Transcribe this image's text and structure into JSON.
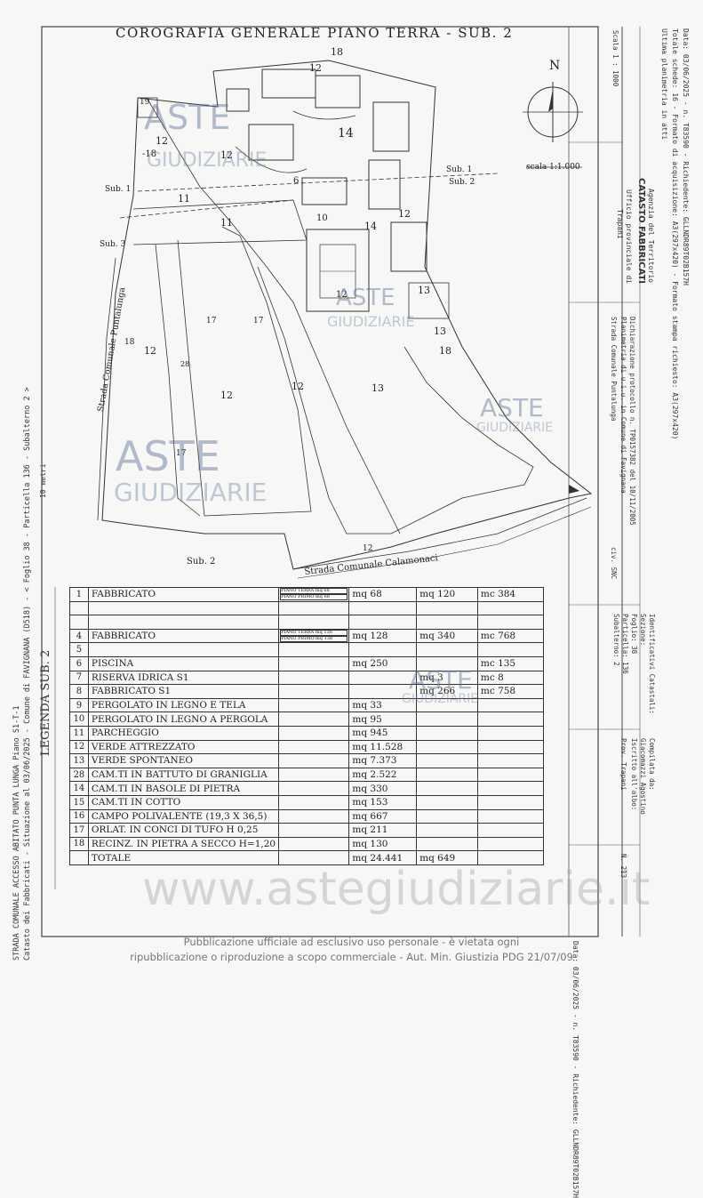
{
  "document": {
    "title": "COROGRAFIA GENERALE PIANO TERRA - SUB. 2",
    "north_label": "N",
    "scale_label": "scala 1:1.000",
    "scala_header": "Scala 1 : 1000",
    "legend_side_label": "LEGENDA SUB. 2"
  },
  "side_left": {
    "line1": "Catasto dei Fabbricati - Situazione al 03/06/2025 - Comune di FAVIGNANA (D518) - < Foglio 38 - Particella 136 - Subalterno 2 >",
    "line2": "STRADA COMUNALE ACCESSO ABITATO PUNTA LUNGA Piano S1-T-1",
    "line3": "10 metri"
  },
  "side_right": {
    "top1": "Data: 03/06/2025 - n. T83590 - Richiedente: GLLNDR89T02B157H",
    "top2": "Totale schede: 16 - Formato di acquisizione: A3(297x420) - Formato stampa richiesto: A3(297x420)",
    "top3": "Ultima planimetria in atti",
    "bottom": "Data: 03/06/2025 - n. T83590 - Richiedente: GLLNDR89T02B157H"
  },
  "info_box": {
    "agenzia": "Agenzia del Territorio",
    "catasto": "CATASTO FABBRICATI",
    "ufficio": "Ufficio provinciale di",
    "provincia": "Trapani",
    "dichiarazione": "Dichiarazione protocollo n. TP0157382 del 10/11/2005",
    "planimetria": "Planimetria di u.i.u. in Comune di Favignana",
    "strada": "Strada Comunale Puntalunga",
    "civ": "civ. SNC",
    "identificativi": "Identificativi Catastali:",
    "sezione": "Sezione:",
    "foglio": "Foglio: 38",
    "particella": "Particella: 136",
    "subalterno": "Subalterno: 2",
    "compilata": "Compilata da:",
    "compilatore": "Giacomazzi Agostino",
    "iscritto": "Iscritto all'albo:",
    "albo": "Prov. Trapani",
    "numero": "N. 213"
  },
  "map_labels": {
    "sub1": "Sub. 1",
    "sub1b": "Sub. 1",
    "sub2": "Sub. 2",
    "sub2b": "Sub. 2",
    "sub3": "Sub. 3",
    "strada_puntalunga": "Strada Comunale Puntalunga",
    "strada_calamonaci": "Strada Comunale Calamonaci"
  },
  "legend_rows": [
    {
      "num": "1",
      "desc": "FABBRICATO",
      "mini1": "PIANO TERRA  mq 68",
      "mini2": "PIANO PRIMO  mq 68",
      "a": "mq  68",
      "b": "mq  120",
      "c": "mc  384"
    },
    {
      "num": "",
      "desc": "",
      "mini1": "",
      "mini2": "",
      "a": "",
      "b": "",
      "c": ""
    },
    {
      "num": "",
      "desc": "",
      "mini1": "",
      "mini2": "",
      "a": "",
      "b": "",
      "c": ""
    },
    {
      "num": "4",
      "desc": "FABBRICATO",
      "mini1": "PIANO TERRA  mq 138",
      "mini2": "PIANO PRIMO  mq 138",
      "a": "mq 128",
      "b": "mq  340",
      "c": "mc  768"
    },
    {
      "num": "5",
      "desc": "",
      "mini1": "",
      "mini2": "",
      "a": "",
      "b": "",
      "c": ""
    },
    {
      "num": "6",
      "desc": "PISCINA",
      "mini1": "",
      "mini2": "",
      "a": "mq  250",
      "b": "",
      "c": "mc  135"
    },
    {
      "num": "7",
      "desc": "RISERVA IDRICA S1",
      "mini1": "",
      "mini2": "",
      "a": "",
      "b": "mq  3",
      "c": "mc  8"
    },
    {
      "num": "8",
      "desc": "FABBRICATO S1",
      "mini1": "",
      "mini2": "",
      "a": "",
      "b": "mq  266",
      "c": "mc  758"
    },
    {
      "num": "9",
      "desc": "PERGOLATO IN LEGNO E TELA",
      "mini1": "",
      "mini2": "",
      "a": "mq  33",
      "b": "",
      "c": ""
    },
    {
      "num": "10",
      "desc": "PERGOLATO IN LEGNO A PERGOLA",
      "mini1": "",
      "mini2": "",
      "a": "mq  95",
      "b": "",
      "c": ""
    },
    {
      "num": "11",
      "desc": "PARCHEGGIO",
      "mini1": "",
      "mini2": "",
      "a": "mq  945",
      "b": "",
      "c": ""
    },
    {
      "num": "12",
      "desc": "VERDE ATTREZZATO",
      "mini1": "",
      "mini2": "",
      "a": "mq 11.528",
      "b": "",
      "c": ""
    },
    {
      "num": "13",
      "desc": "VERDE SPONTANEO",
      "mini1": "",
      "mini2": "",
      "a": "mq 7.373",
      "b": "",
      "c": ""
    },
    {
      "num": "28",
      "desc": "CAM.TI IN BATTUTO DI GRANIGLIA",
      "mini1": "",
      "mini2": "",
      "a": "mq 2.522",
      "b": "",
      "c": ""
    },
    {
      "num": "14",
      "desc": "CAM.TI IN BASOLE DI PIETRA",
      "mini1": "",
      "mini2": "",
      "a": "mq  330",
      "b": "",
      "c": ""
    },
    {
      "num": "15",
      "desc": "CAM.TI IN COTTO",
      "mini1": "",
      "mini2": "",
      "a": "mq  153",
      "b": "",
      "c": ""
    },
    {
      "num": "16",
      "desc": "CAMPO POLIVALENTE (19,3 X 36,5)",
      "mini1": "",
      "mini2": "",
      "a": "mq  667",
      "b": "",
      "c": ""
    },
    {
      "num": "17",
      "desc": "ORLAT. IN CONCI DI TUFO H 0,25",
      "mini1": "",
      "mini2": "",
      "a": "mq  211",
      "b": "",
      "c": ""
    },
    {
      "num": "18",
      "desc": "RECINZ. IN PIETRA A SECCO H=1,20",
      "mini1": "",
      "mini2": "",
      "a": "mq  130",
      "b": "",
      "c": ""
    },
    {
      "num": "",
      "desc": "TOTALE",
      "mini1": "",
      "mini2": "",
      "a": "mq 24.441",
      "b": "mq  649",
      "c": ""
    }
  ],
  "watermarks": {
    "w1": "ASTE",
    "w1s": "GIUDIZIARIE",
    "w2": "ASTE",
    "w2s": "GIUDIZIARIE",
    "w3": "ASTE",
    "w3s": "GIUDIZIARIE",
    "w4": "ASTE",
    "w4s": "GIUDIZIARIE",
    "w5": "ASTE",
    "w5s": "GIUDIZIARIE",
    "big": "www.astegiudiziarie.it"
  },
  "footer": {
    "line1": "Pubblicazione ufficiale ad esclusivo uso personale - è vietata ogni",
    "line2": "ripubblicazione o riproduzione a scopo commerciale - Aut. Min. Giustizia PDG 21/07/09"
  }
}
